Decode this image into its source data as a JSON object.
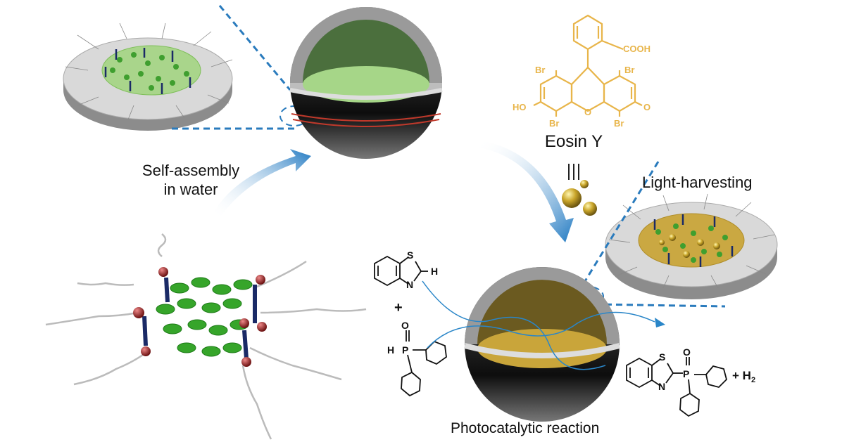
{
  "labels": {
    "self_assembly_line1": "Self-assembly",
    "self_assembly_line2": "in water",
    "eosin": "Eosin Y",
    "light_harvesting": "Light-harvesting",
    "photocatalytic": "Photocatalytic reaction"
  },
  "eosin_structure": {
    "cooh": "COOH",
    "br": "Br",
    "ho": "HO",
    "o_ring": "O",
    "o_keto": "O"
  },
  "reaction": {
    "benzothiazole_s": "S",
    "benzothiazole_n": "N",
    "benzothiazole_h": "H",
    "plus": "+",
    "phosphine_h": "H",
    "phosphine_p": "P",
    "phosphine_o": "O",
    "product_s": "S",
    "product_n": "N",
    "product_p": "P",
    "product_o": "O",
    "product_plus": "+ H",
    "product_h2_sub": "2"
  },
  "colors": {
    "eosin": "#e8b54a",
    "arrow_blue": "#2a86c8",
    "dash_blue": "#2a7bbd",
    "green_layer": "#7fbf5a",
    "gold_layer": "#c9a53a",
    "red_band": "#c0392b"
  }
}
